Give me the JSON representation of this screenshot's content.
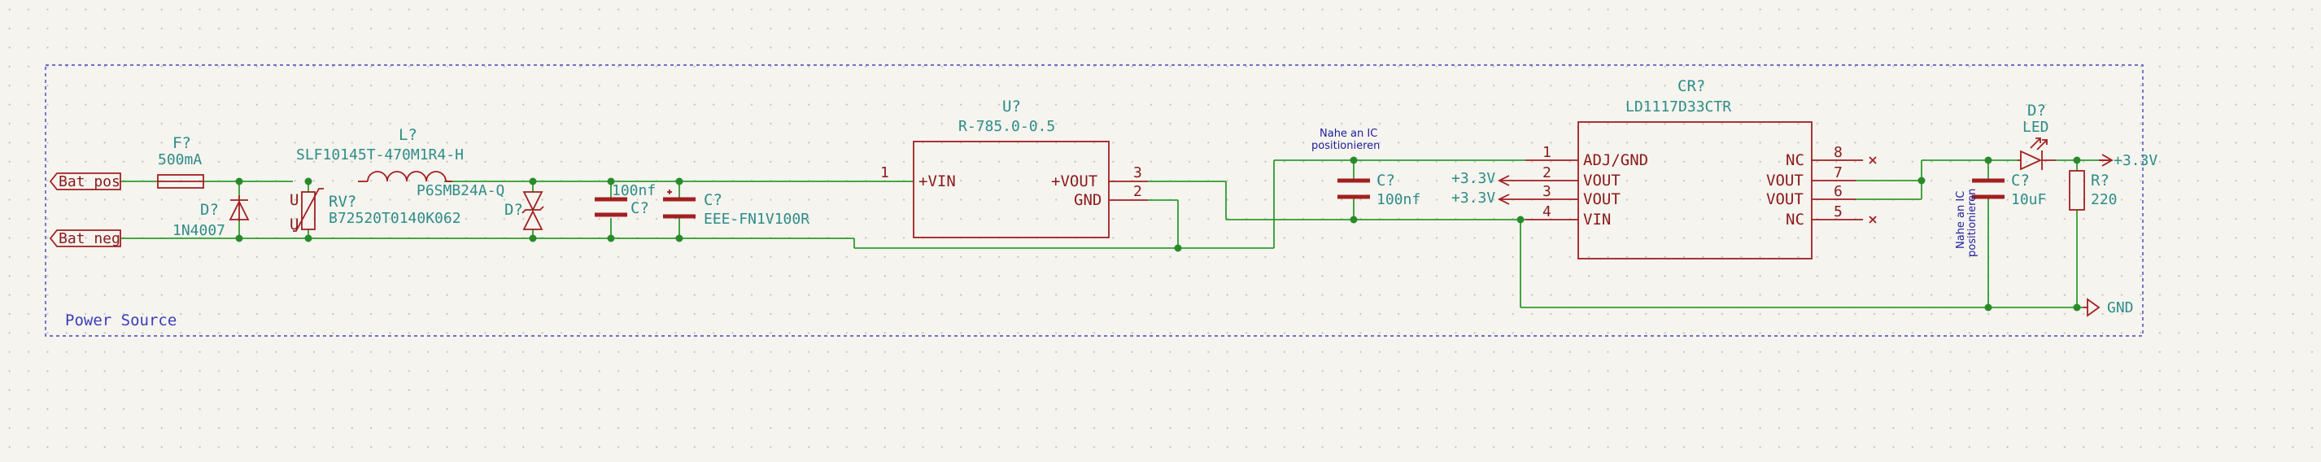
{
  "sheet": {
    "title": "Power Source"
  },
  "labels": {
    "bat_pos": "Bat_pos",
    "bat_neg": "Bat_neg"
  },
  "fuse": {
    "ref": "F?",
    "value": "500mA"
  },
  "diode1": {
    "ref": "D?",
    "value": "1N4007"
  },
  "varistor": {
    "ref": "RV?",
    "value": "B72520T0140K062",
    "u_mark": "U"
  },
  "inductor": {
    "ref": "L?",
    "value": "SLF10145T-470M1R4-H"
  },
  "tvs": {
    "ref": "D?",
    "value": "P6SMB24A-Q"
  },
  "cap1": {
    "ref": "C?",
    "value": "100nf"
  },
  "cap2": {
    "ref": "C?",
    "value": "EEE-FN1V100R"
  },
  "u_conv": {
    "ref": "U?",
    "value": "R-785.0-0.5",
    "pins": {
      "vin_name": "+VIN",
      "vin_num": "1",
      "vout_name": "+VOUT",
      "vout_num": "3",
      "gnd_name": "GND",
      "gnd_num": "2"
    }
  },
  "cap3": {
    "ref": "C?",
    "value": "100nf",
    "note": [
      "Nahe an IC",
      "positionieren"
    ]
  },
  "ldo": {
    "ref": "CR?",
    "value": "LD1117D33CTR",
    "left_pins": [
      {
        "name": "ADJ/GND",
        "num": "1"
      },
      {
        "name": "VOUT",
        "num": "2"
      },
      {
        "name": "VOUT",
        "num": "3"
      },
      {
        "name": "VIN",
        "num": "4"
      }
    ],
    "right_pins": [
      {
        "name": "NC",
        "num": "8"
      },
      {
        "name": "VOUT",
        "num": "7"
      },
      {
        "name": "VOUT",
        "num": "6"
      },
      {
        "name": "NC",
        "num": "5"
      }
    ],
    "out_labels": [
      "+3.3V",
      "+3.3V"
    ]
  },
  "cap4": {
    "ref": "C?",
    "value": "10uF",
    "note": [
      "Nahe an IC",
      "positionieren"
    ]
  },
  "led": {
    "ref": "D?",
    "value": "LED"
  },
  "resistor": {
    "ref": "R?",
    "value": "220"
  },
  "power": {
    "v33": "+3.3V",
    "gnd": "GND"
  },
  "colors": {
    "wire": "#2f9c2f",
    "symbol": "#a21f1f",
    "fields": "#2f8c86",
    "notes": "#1d1d9a",
    "frame": "#4444bb"
  }
}
